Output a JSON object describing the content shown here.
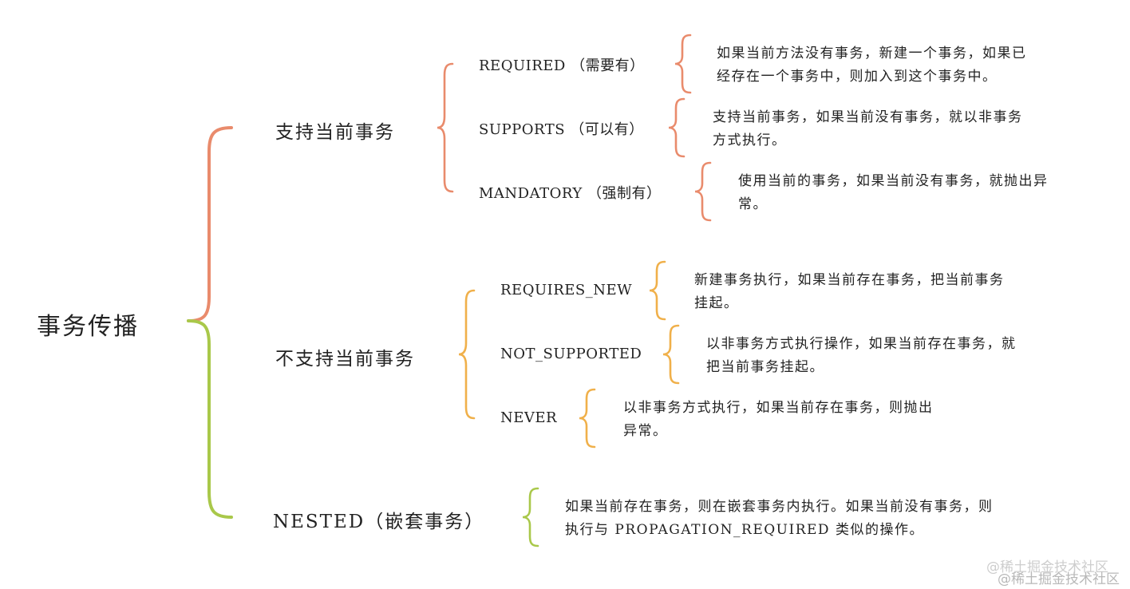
{
  "colors": {
    "brace_support": "#e98b6c",
    "brace_unsupport": "#f0b04a",
    "brace_nested": "#a9c84a",
    "text": "#222222",
    "watermark": "#b8b8b8"
  },
  "root": {
    "label": "事务传播"
  },
  "categories": [
    {
      "label": "支持当前事务",
      "options": [
        {
          "label": "REQUIRED （需要有）",
          "desc_lines": [
            "如果当前方法没有事务，新建一个事务，如果已",
            "经存在一个事务中，则加入到这个事务中。"
          ]
        },
        {
          "label": "SUPPORTS （可以有）",
          "desc_lines": [
            "支持当前事务，如果当前没有事务，就以非事务",
            "方式执行。"
          ]
        },
        {
          "label": "MANDATORY （强制有）",
          "desc_lines": [
            "使用当前的事务，如果当前没有事务，就抛出异",
            "常。"
          ]
        }
      ]
    },
    {
      "label": "不支持当前事务",
      "options": [
        {
          "label": "REQUIRES_NEW",
          "desc_lines": [
            "新建事务执行，如果当前存在事务，把当前事务",
            "挂起。"
          ]
        },
        {
          "label": "NOT_SUPPORTED",
          "desc_lines": [
            "以非事务方式执行操作，如果当前存在事务，就",
            "把当前事务挂起。"
          ]
        },
        {
          "label": "NEVER",
          "desc_lines": [
            "以非事务方式执行，如果当前存在事务，则抛出",
            "异常。"
          ]
        }
      ]
    },
    {
      "label": "NESTED（嵌套事务）",
      "desc_lines": [
        "如果当前存在事务，则在嵌套事务内执行。如果当前没有事务，则",
        "执行与 PROPAGATION_REQUIRED 类似的操作。"
      ]
    }
  ],
  "watermark": {
    "back": "@稀土掘金技术社区",
    "front": "@稀土掘金技术社区"
  }
}
